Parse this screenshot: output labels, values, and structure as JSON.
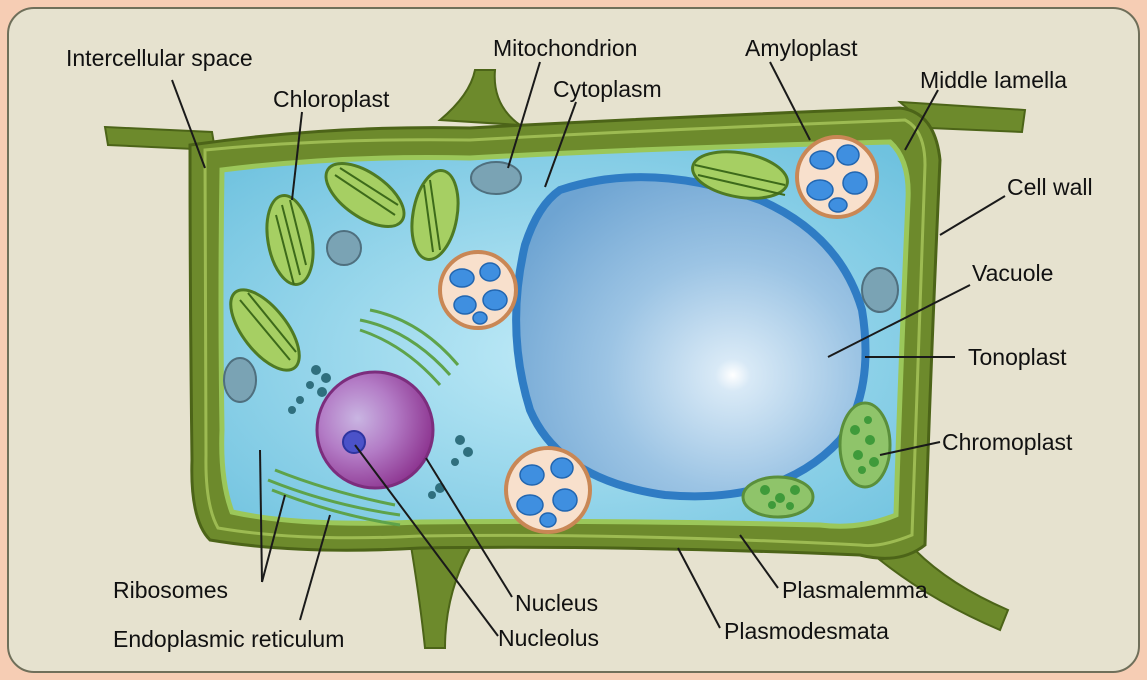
{
  "labels": {
    "intercellular_space": "Intercellular space",
    "chloroplast": "Chloroplast",
    "mitochondrion": "Mitochondrion",
    "cytoplasm": "Cytoplasm",
    "amyloplast": "Amyloplast",
    "middle_lamella": "Middle lamella",
    "cell_wall": "Cell wall",
    "vacuole": "Vacuole",
    "tonoplast": "Tonoplast",
    "chromoplast": "Chromoplast",
    "plasmalemma": "Plasmalemma",
    "plasmodesmata": "Plasmodesmata",
    "nucleus": "Nucleus",
    "nucleolus": "Nucleolus",
    "ribosomes": "Ribosomes",
    "endoplasmic_reticulum": "Endoplasmic reticulum"
  },
  "colors": {
    "page_background": "#f6cdb4",
    "panel_background": "#e6e2cf",
    "cell_wall": "#6d8a2c",
    "cytoplasm": "#8fd2e8",
    "vacuole": "#7fb4dc",
    "tonoplast": "#2f7cc4",
    "chloroplast": "#a6cf63",
    "amyloplast_starch": "#3f8fe0",
    "nucleus": "#9a3c98",
    "nucleolus": "#4b52c9"
  }
}
